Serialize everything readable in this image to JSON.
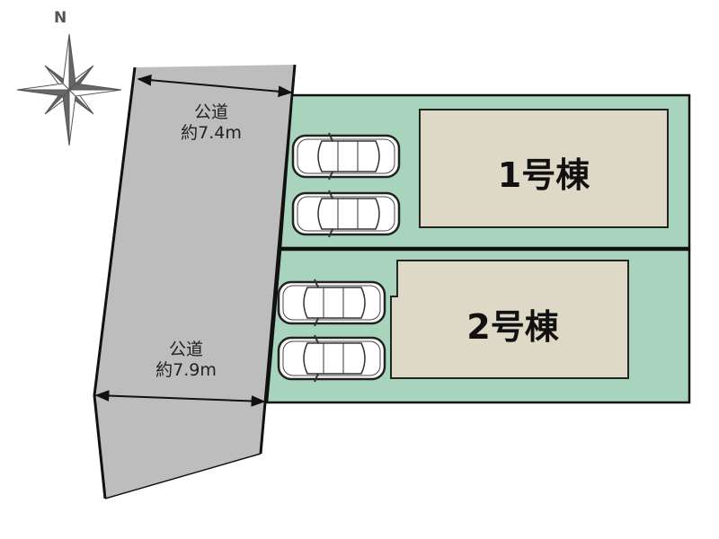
{
  "compass": {
    "label": "N"
  },
  "road_top": {
    "name": "公道",
    "width": "約7.4m"
  },
  "road_bottom": {
    "name": "公道",
    "width": "約7.9m"
  },
  "buildings": [
    {
      "label": "1号棟"
    },
    {
      "label": "2号棟"
    }
  ],
  "colors": {
    "road": "#bdbdbd",
    "lot": "#a8d3bd",
    "building": "#ded8c6",
    "line": "#111111"
  }
}
